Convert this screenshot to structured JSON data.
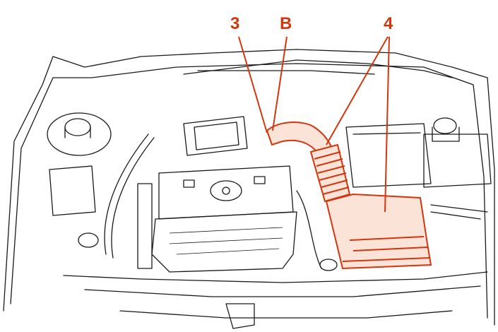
{
  "labels": {
    "callout_3": "3",
    "callout_b": "B",
    "callout_4": "4"
  },
  "colors": {
    "highlight": "#d2360e",
    "line": "#1a1a1a"
  }
}
